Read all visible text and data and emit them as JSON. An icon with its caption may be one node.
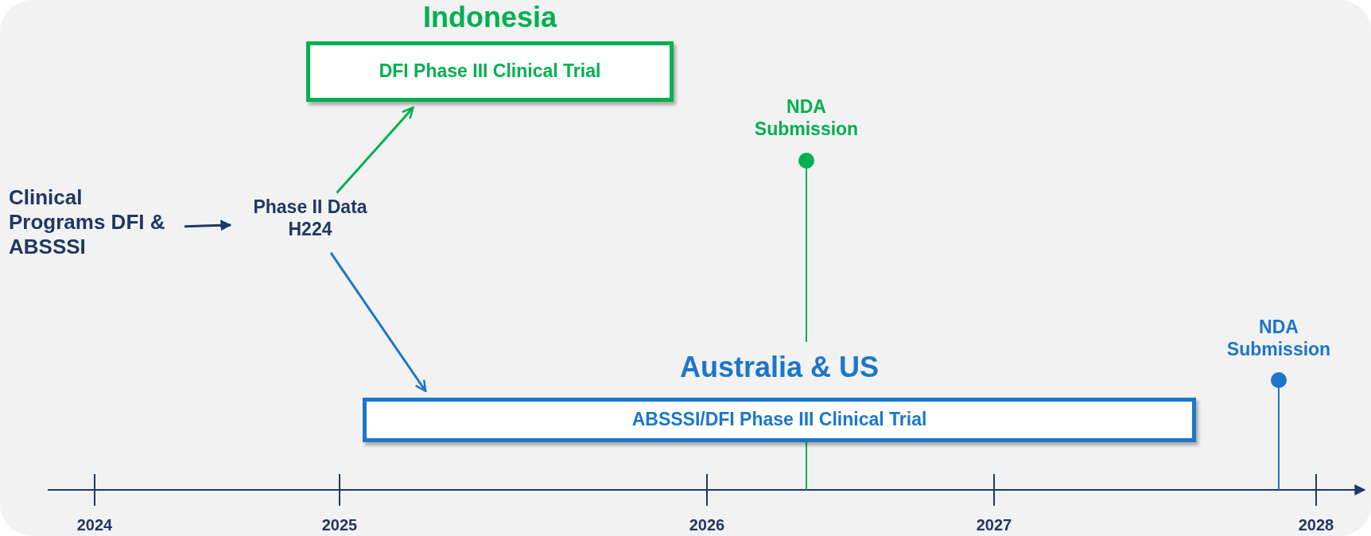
{
  "diagram": {
    "nodes": [
      {
        "text": [
          "Clinical Programs DFI & ABSSSI"
        ]
      },
      {
        "text": [
          "Phase II Data H224"
        ]
      },
      {
        "text": [
          "Indonesia",
          "DFI Phase III Clinical Trial"
        ]
      },
      {
        "text": [
          "Australia & US",
          "ABSSSI/DFI Phase III Clinical Trial"
        ]
      }
    ],
    "edges": [
      {
        "from": 0,
        "to": 1,
        "arrow": "to",
        "color": "#1f3864"
      },
      {
        "from": 1,
        "to": 2,
        "arrow": "to",
        "color": "#00b050"
      },
      {
        "from": 1,
        "to": 3,
        "arrow": "to",
        "color": "#1b76cc"
      }
    ],
    "labels": [
      "NDA Submission",
      "NDA Submission",
      "2024",
      "2025",
      "2026",
      "2027",
      "2028"
    ]
  }
}
